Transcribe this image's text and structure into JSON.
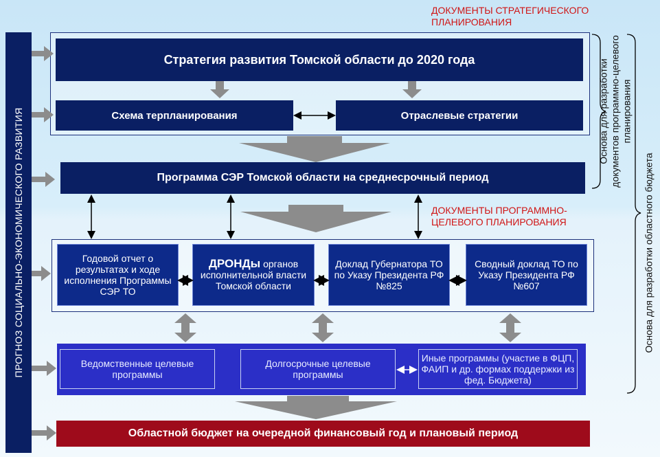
{
  "captions": {
    "strategic": "ДОКУМЕНТЫ СТРАТЕГИЧЕСКОГО ПЛАНИРОВАНИЯ",
    "program": "ДОКУМЕНТЫ ПРОГРАММНО-ЦЕЛЕВОГО ПЛАНИРОВАНИЯ"
  },
  "left_bar": "ПРОГНОЗ СОЦИАЛЬНО-ЭКОНОМИЧЕСКОГО РАЗВИТИЯ",
  "right_labels": {
    "inner": "Основа для разработки документов программно-целевого планирования",
    "outer": "Основа для разработки областного бюджета"
  },
  "boxes": {
    "strategy": "Стратегия развития Томской области до 2020 года",
    "scheme": "Схема терпланирования",
    "sector": "Отраслевые стратегии",
    "program_ser": "Программа СЭР Томской области на среднесрочный период",
    "annual_report": "Годовой отчет о результатах и ходе исполнения Программы СЭР ТО",
    "drond_bold": "ДРОНДы",
    "drond_rest": "органов исполнительной власти Томской области",
    "governor_report": "Доклад Губернатора ТО по Указу Президента РФ №825",
    "summary_report": "Сводный доклад ТО по Указу Президента РФ №607",
    "departmental": "Ведомственные целевые программы",
    "longterm": "Долгосрочные целевые программы",
    "other_programs": "Иные программы (участие в ФЦП, ФАИП и др. формах поддержки из фед. Бюджета)",
    "budget": "Областной бюджет на очередной финансовый год и плановый период"
  },
  "colors": {
    "navy": "#0a1f63",
    "blue_panel": "#2b2fc7",
    "red_panel": "#9e0b1b",
    "caption_red": "#d01414",
    "arrow_gray": "#8c8c8c"
  }
}
